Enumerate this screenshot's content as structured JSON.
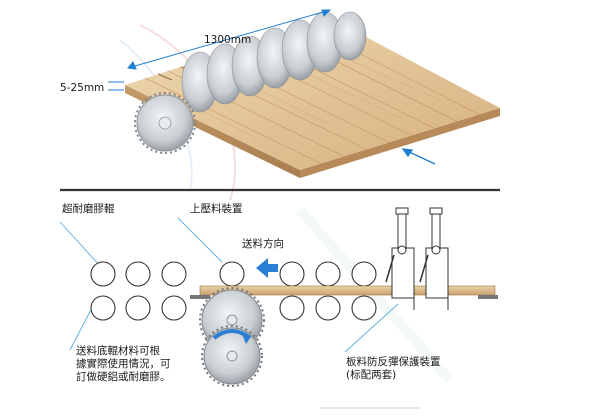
{
  "dimensions": {
    "width_label": "1300mm",
    "thickness_label": "5-25mm"
  },
  "labels": {
    "roller": "超耐磨膠輥",
    "press_device": "上壓料裝置",
    "feed_direction": "送料方向",
    "bottom_roller_note": "送料底輥材料可根\n據實際使用情況，可\n訂做硬鋁或耐磨膠。",
    "anti_kickback": "板料防反彈保護裝置\n(标配两套)"
  },
  "colors": {
    "wood_light": "#e9d0a6",
    "wood_dark": "#c9a377",
    "blade": "#c7cbd0",
    "accent_blue": "#1f7fd1",
    "arrow_blue": "#2a7fd4",
    "leader_line": "#5aaee0"
  },
  "icons": {
    "feed_arrow": "arrow-left-icon",
    "rotation": "rotation-arrow-icon"
  }
}
